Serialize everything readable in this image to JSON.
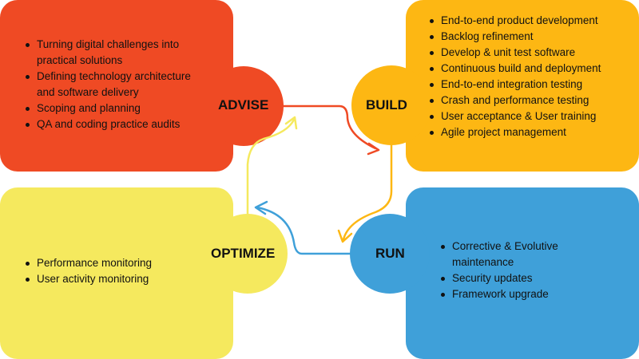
{
  "advise": {
    "title": "ADVISE",
    "items": [
      "Turning digital challenges into practical solutions",
      "Defining technology architecture and software delivery",
      "Scoping and planning",
      "QA and coding practice audits"
    ]
  },
  "build": {
    "title": "BUILD",
    "items": [
      "End-to-end product development",
      "Backlog refinement",
      "Develop & unit test software",
      "Continuous build and deployment",
      "End-to-end integration testing",
      "Crash and performance testing",
      "User acceptance & User training",
      "Agile project management"
    ]
  },
  "optimize": {
    "title": "OPTIMIZE",
    "items": [
      "Performance monitoring",
      "User activity monitoring"
    ]
  },
  "run": {
    "title": "RUN",
    "items": [
      "Corrective & Evolutive maintenance",
      "Security updates",
      "Framework upgrade"
    ]
  },
  "colors": {
    "advise": "#ef4a24",
    "build": "#fdb713",
    "run": "#3fa0d9",
    "optimize": "#f5e95e"
  }
}
